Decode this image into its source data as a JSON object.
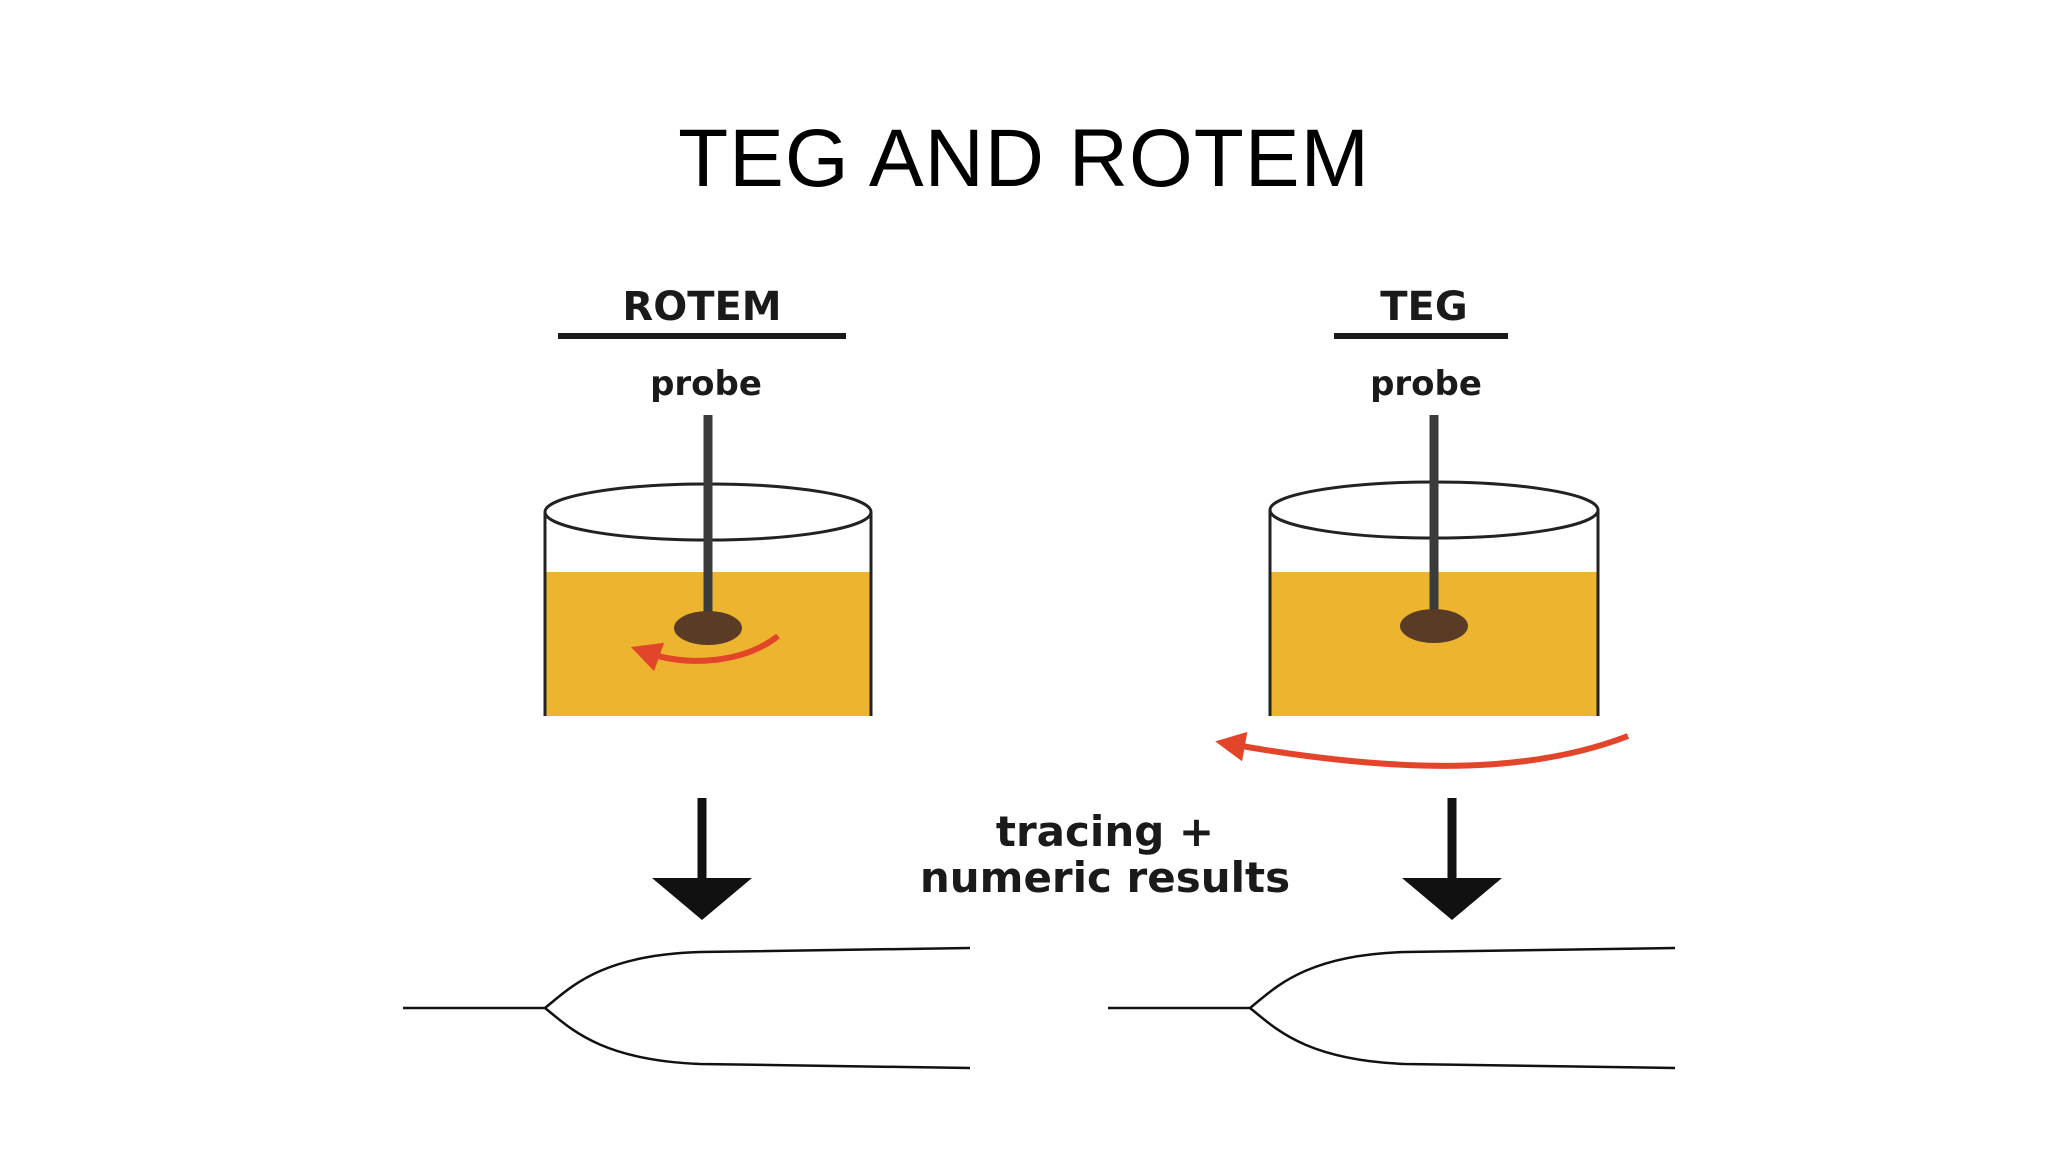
{
  "slide": {
    "title": "TEG AND ROTEM"
  },
  "diagram": {
    "rotem": {
      "heading": "ROTEM",
      "probe_label": "probe"
    },
    "teg": {
      "heading": "TEG",
      "probe_label": "probe"
    },
    "result_label_line1": "tracing +",
    "result_label_line2": "numeric results"
  },
  "colors": {
    "blood": "#EDB52F",
    "rotation_arrow": "#E2452A",
    "probe": "#3b3b3b",
    "probe_tip": "#5a3b25",
    "line": "#111111"
  }
}
